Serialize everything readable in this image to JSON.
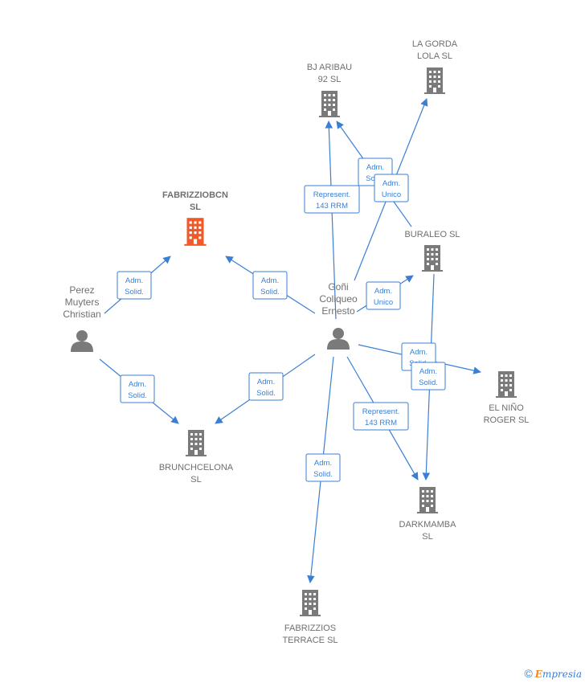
{
  "colors": {
    "edge": "#3a7fd5",
    "building": "#7a7a7a",
    "focus_building": "#f05a28",
    "label": "#6f6f6f"
  },
  "companies": [
    {
      "id": "fabrizziobcn",
      "label_lines": [
        "FABRIZZIOBCN",
        "SL"
      ],
      "focus": true,
      "icon": "building-icon"
    },
    {
      "id": "bj_aribau",
      "label_lines": [
        "BJ ARIBAU",
        "92  SL"
      ],
      "icon": "building-icon"
    },
    {
      "id": "la_gorda",
      "label_lines": [
        "LA GORDA",
        "LOLA  SL"
      ],
      "icon": "building-icon"
    },
    {
      "id": "buraleo",
      "label_lines": [
        "BURALEO  SL"
      ],
      "icon": "building-icon"
    },
    {
      "id": "el_nino",
      "label_lines": [
        "EL NIÑO",
        "ROGER  SL"
      ],
      "icon": "building-icon"
    },
    {
      "id": "darkmamba",
      "label_lines": [
        "DARKMAMBA",
        "SL"
      ],
      "icon": "building-icon"
    },
    {
      "id": "brunchcelona",
      "label_lines": [
        "BRUNCHCELONA",
        "SL"
      ],
      "icon": "building-icon"
    },
    {
      "id": "fabrizzios_terrace",
      "label_lines": [
        "FABRIZZIOS",
        "TERRACE  SL"
      ],
      "icon": "building-icon"
    }
  ],
  "persons": [
    {
      "id": "perez",
      "label_lines": [
        "Perez",
        "Muyters",
        "Christian"
      ],
      "icon": "person-icon"
    },
    {
      "id": "goni",
      "label_lines": [
        "Goñi",
        "Coliqueo",
        "Ernesto"
      ],
      "icon": "person-icon"
    }
  ],
  "relations": [
    {
      "from": "perez",
      "to": "fabrizziobcn",
      "label_lines": [
        "Adm.",
        "Solid."
      ]
    },
    {
      "from": "perez",
      "to": "brunchcelona",
      "label_lines": [
        "Adm.",
        "Solid."
      ]
    },
    {
      "from": "goni",
      "to": "fabrizziobcn",
      "label_lines": [
        "Adm.",
        "Solid."
      ]
    },
    {
      "from": "goni",
      "to": "brunchcelona",
      "label_lines": [
        "Adm.",
        "Solid."
      ]
    },
    {
      "from": "goni",
      "to": "bj_aribau",
      "label_lines": [
        "Represent.",
        "143 RRM"
      ]
    },
    {
      "from": "buraleo",
      "to": "bj_aribau",
      "label_lines": [
        "Adm.",
        "Solid."
      ]
    },
    {
      "from": "goni",
      "to": "la_gorda",
      "label_lines": [
        "Adm.",
        "Unico"
      ]
    },
    {
      "from": "goni",
      "to": "buraleo",
      "label_lines": [
        "Adm.",
        "Unico"
      ]
    },
    {
      "from": "goni",
      "to": "el_nino",
      "label_lines": [
        "Adm.",
        "Solid."
      ]
    },
    {
      "from": "buraleo",
      "to": "darkmamba",
      "label_lines": [
        "Adm.",
        "Solid."
      ]
    },
    {
      "from": "goni",
      "to": "darkmamba",
      "label_lines": [
        "Represent.",
        "143 RRM"
      ]
    },
    {
      "from": "goni",
      "to": "fabrizzios_terrace",
      "label_lines": [
        "Adm.",
        "Solid."
      ]
    }
  ],
  "footer": {
    "copyright_symbol": "©",
    "brand_first": "E",
    "brand_rest": "mpresia"
  }
}
